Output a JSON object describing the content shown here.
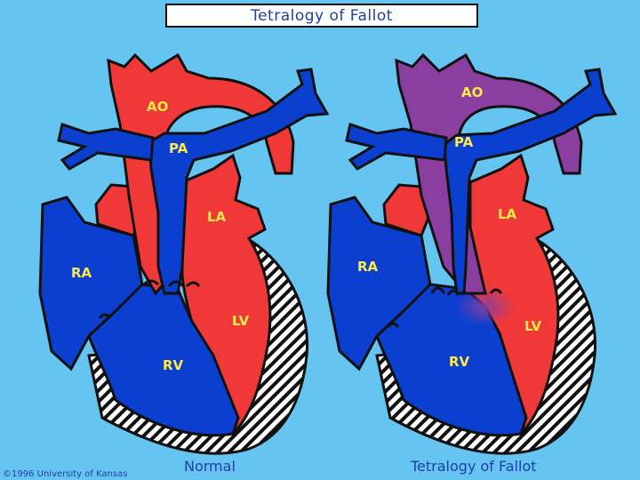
{
  "title": "Tetralogy of Fallot",
  "colors": {
    "background": "#66c4f0",
    "oxygenated": "#f03838",
    "deoxygenated": "#0a3fd0",
    "mixed": "#8a3fa0",
    "label": "#ffe94a",
    "caption": "#1f3fa8"
  },
  "panels": [
    {
      "caption": "Normal",
      "labels": {
        "ao": "AO",
        "pa": "PA",
        "la": "LA",
        "ra": "RA",
        "lv": "LV",
        "rv": "RV"
      }
    },
    {
      "caption": "Tetralogy of Fallot",
      "labels": {
        "ao": "AO",
        "pa": "PA",
        "la": "LA",
        "ra": "RA",
        "lv": "LV",
        "rv": "RV"
      }
    }
  ],
  "copyright": "©1996 University of Kansas"
}
